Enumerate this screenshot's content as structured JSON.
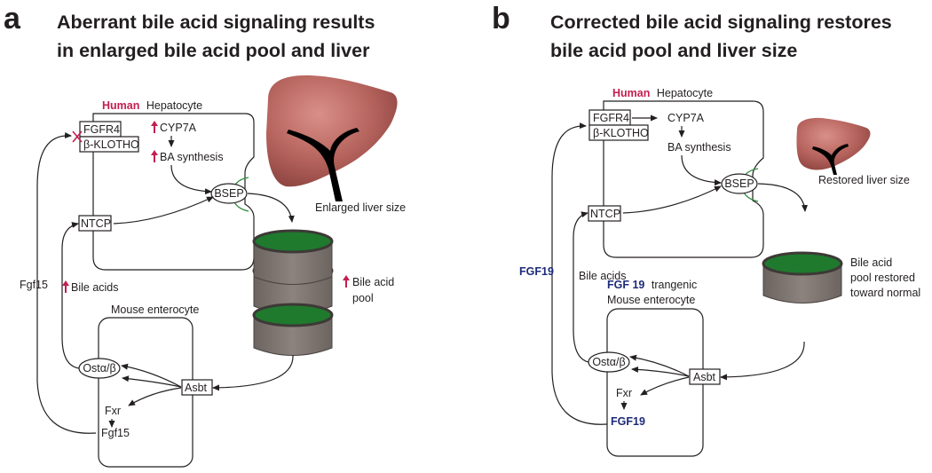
{
  "panel_a": {
    "letter": "a",
    "title_line1": "Aberrant bile acid signaling results",
    "title_line2": "in enlarged bile acid pool and liver",
    "hep_human": "Human",
    "hep_label": "Hepatocyte",
    "fgfr4": "FGFR4",
    "klotho": "β-KLOTHO",
    "cyp7a": "CYP7A",
    "ba_synthesis": "BA synthesis",
    "bsep": "BSEP",
    "ntcp": "NTCP",
    "liver_caption": "Enlarged liver size",
    "bile_acid_pool_1": "Bile acid",
    "bile_acid_pool_2": "pool",
    "bile_acids": "Bile acids",
    "fgf15_left": "Fgf15",
    "entero_label": "Mouse enterocyte",
    "ost": "Ostα/β",
    "asbt": "Asbt",
    "fxr": "Fxr",
    "fgf15_cell": "Fgf15"
  },
  "panel_b": {
    "letter": "b",
    "title_line1": "Corrected bile acid signaling restores",
    "title_line2": "bile acid pool and liver size",
    "hep_human": "Human",
    "hep_label": "Hepatocyte",
    "fgfr4": "FGFR4",
    "klotho": "β-KLOTHO",
    "cyp7a": "CYP7A",
    "ba_synthesis": "BA synthesis",
    "bsep": "BSEP",
    "ntcp": "NTCP",
    "liver_caption": "Restored liver size",
    "pool_1": "Bile acid",
    "pool_2": "pool restored",
    "pool_3": "toward normal",
    "fgf19_left": "FGF19",
    "bile_acids": "Bile acids",
    "entero_fgf": "FGF 19",
    "entero_trans": "trangenic",
    "entero_label": "Mouse enterocyte",
    "ost": "Ostα/β",
    "asbt": "Asbt",
    "fxr": "Fxr",
    "fgf19_cell": "FGF19"
  },
  "colors": {
    "human_red": "#c41e4f",
    "fgf_blue": "#1d2a7a",
    "pool_green": "#1f7a2e",
    "pool_grey": "#7d746f",
    "liver": "#b5625c"
  }
}
